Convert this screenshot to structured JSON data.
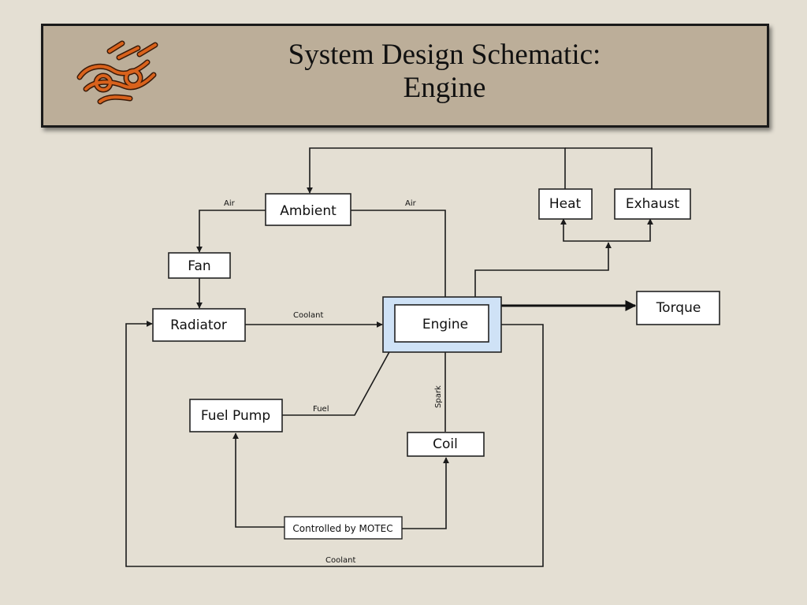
{
  "slide": {
    "title_line1": "System Design Schematic:",
    "title_line2": "Engine",
    "logo_icon": "race-car-logo-icon"
  },
  "diagram": {
    "nodes": {
      "ambient": "Ambient",
      "fan": "Fan",
      "radiator": "Radiator",
      "engine": "Engine",
      "torque": "Torque",
      "heat": "Heat",
      "exhaust": "Exhaust",
      "fuel_pump": "Fuel Pump",
      "coil": "Coil",
      "controller": "Controlled by MOTEC"
    },
    "edge_labels": {
      "air_to_fan": "Air",
      "air_to_engine": "Air",
      "coolant_to_engine": "Coolant",
      "fuel": "Fuel",
      "spark": "Spark",
      "coolant_return": "Coolant"
    },
    "colors": {
      "engine_highlight": "#cfe2f6",
      "logo_orange": "#d9621c"
    }
  }
}
